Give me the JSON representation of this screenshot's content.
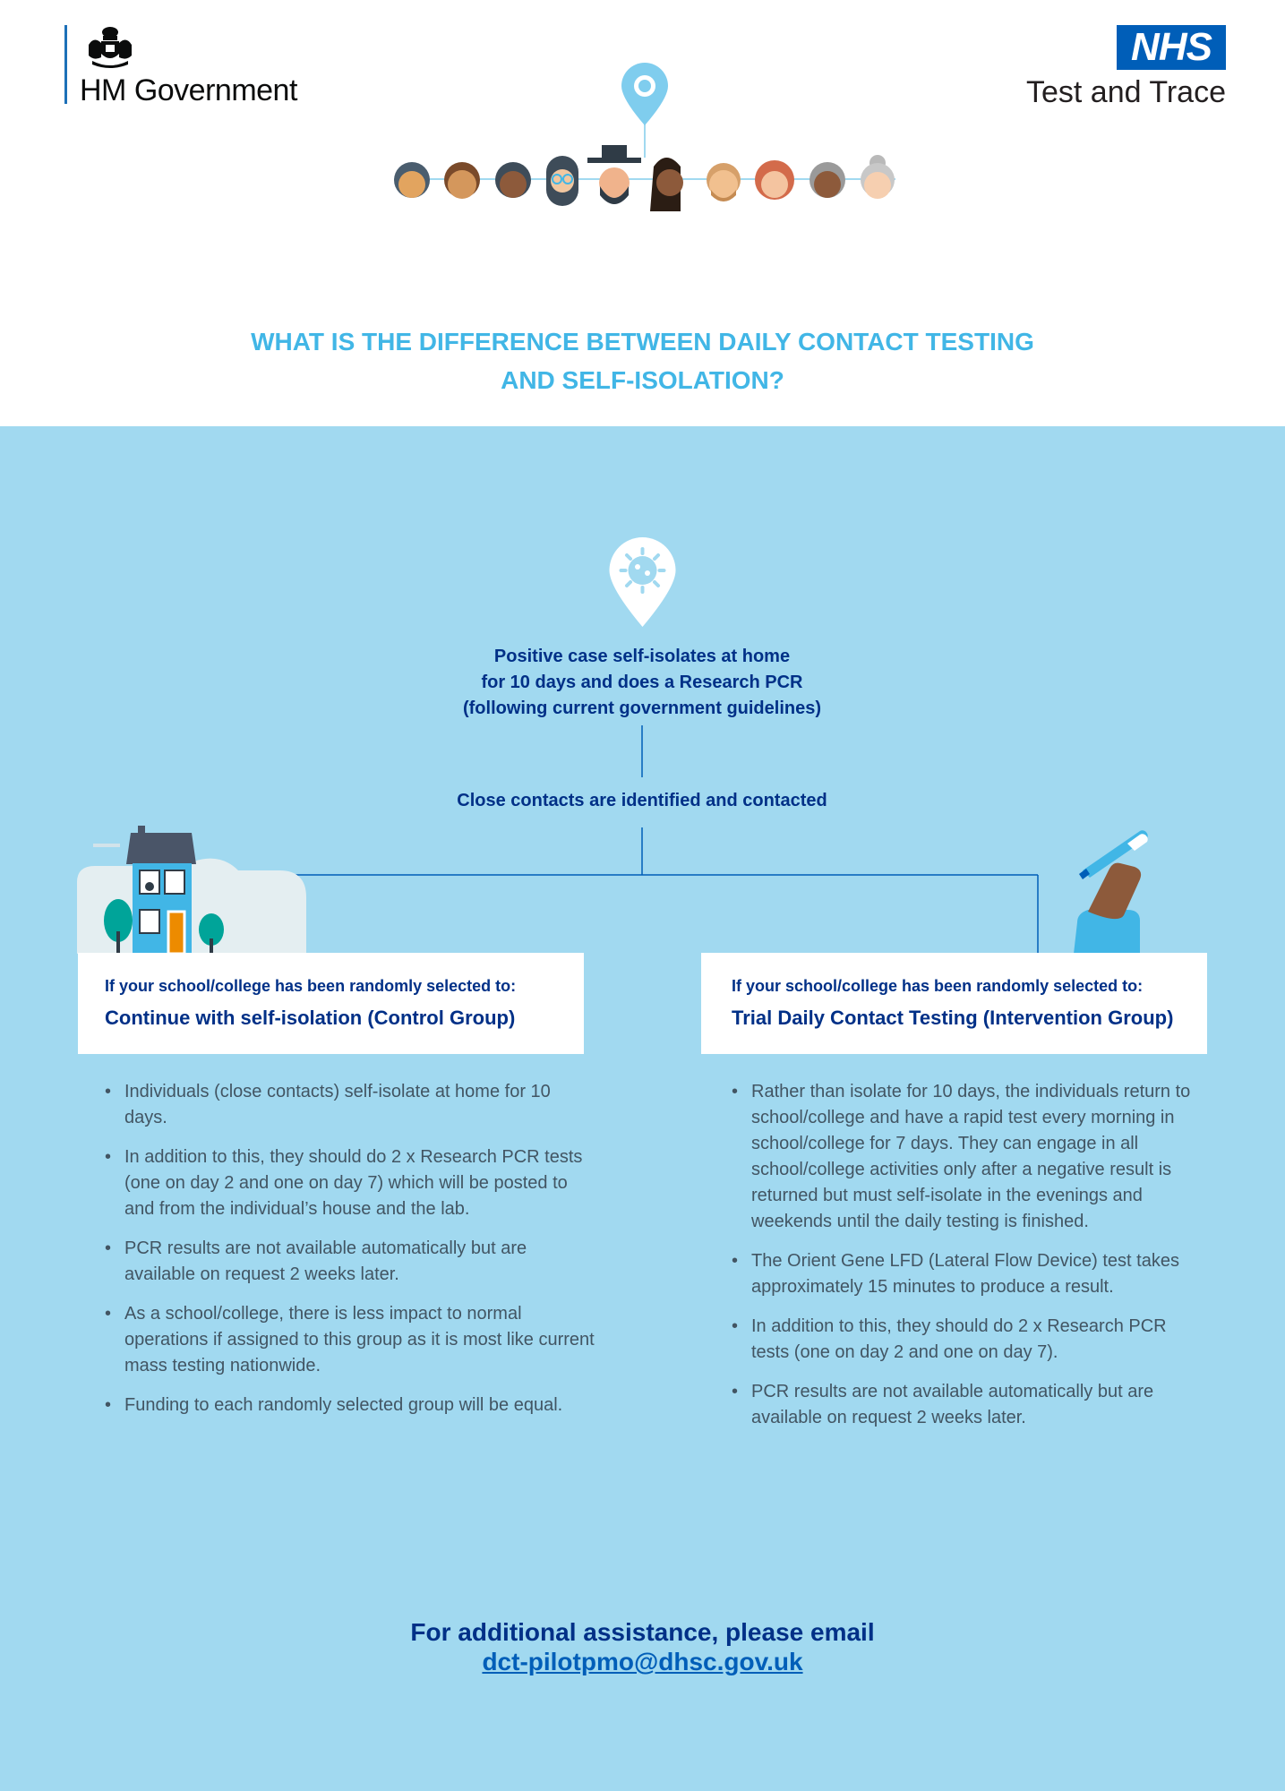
{
  "header": {
    "gov_name": "HM Government",
    "nhs_logo": "NHS",
    "service_name": "Test and Trace"
  },
  "title": {
    "line1": "WHAT IS THE DIFFERENCE BETWEEN DAILY CONTACT TESTING",
    "line2": "AND SELF-ISOLATION?"
  },
  "flow": {
    "positive_line1": "Positive case self-isolates at home",
    "positive_line2": "for 10 days and does a Research PCR",
    "positive_line3": "(following current government guidelines)",
    "close_contacts": "Close contacts are identified and contacted"
  },
  "control_group": {
    "subheading": "If your school/college has been randomly selected to:",
    "heading": "Continue with self-isolation (Control Group)",
    "bullets": [
      "Individuals (close contacts) self-isolate at home for 10 days.",
      "In addition to this, they should do 2 x Research PCR tests (one on day 2 and one on day 7) which will be posted to and from the individual’s house and the lab.",
      "PCR results are not available automatically but are available on request 2 weeks later.",
      "As a school/college, there is less impact to normal operations if assigned to this group as it is most like current mass testing nationwide.",
      "Funding to each randomly selected group will be equal."
    ]
  },
  "intervention_group": {
    "subheading": "If your school/college has been randomly selected to:",
    "heading": "Trial Daily Contact Testing (Intervention Group)",
    "bullets": [
      "Rather than isolate for 10 days, the individuals return to school/college and have a rapid test every morning in school/college for 7 days.  They can engage in all school/college activities only after a negative result is returned but must self-isolate in the evenings and weekends until the daily testing is finished.",
      "The Orient Gene LFD (Lateral Flow Device) test takes approximately 15 minutes to produce a result.",
      "In addition to this, they should do 2 x Research PCR tests (one on day 2 and one on day 7).",
      "PCR results are not available automatically but are available on request 2 weeks later."
    ]
  },
  "footer": {
    "help_text": "For additional assistance, please email",
    "email": "dct-pilotpmo@dhsc.gov.uk"
  },
  "colors": {
    "background": "#a1d9f0",
    "title_blue": "#41b6e6",
    "navy": "#003087",
    "nhs_blue": "#005eb8",
    "body_text": "#425563"
  },
  "icons": {
    "crest": "royal-crest-icon",
    "pin": "virus-location-pin-icon",
    "house": "house-icon",
    "hand": "hand-holding-test-icon"
  }
}
